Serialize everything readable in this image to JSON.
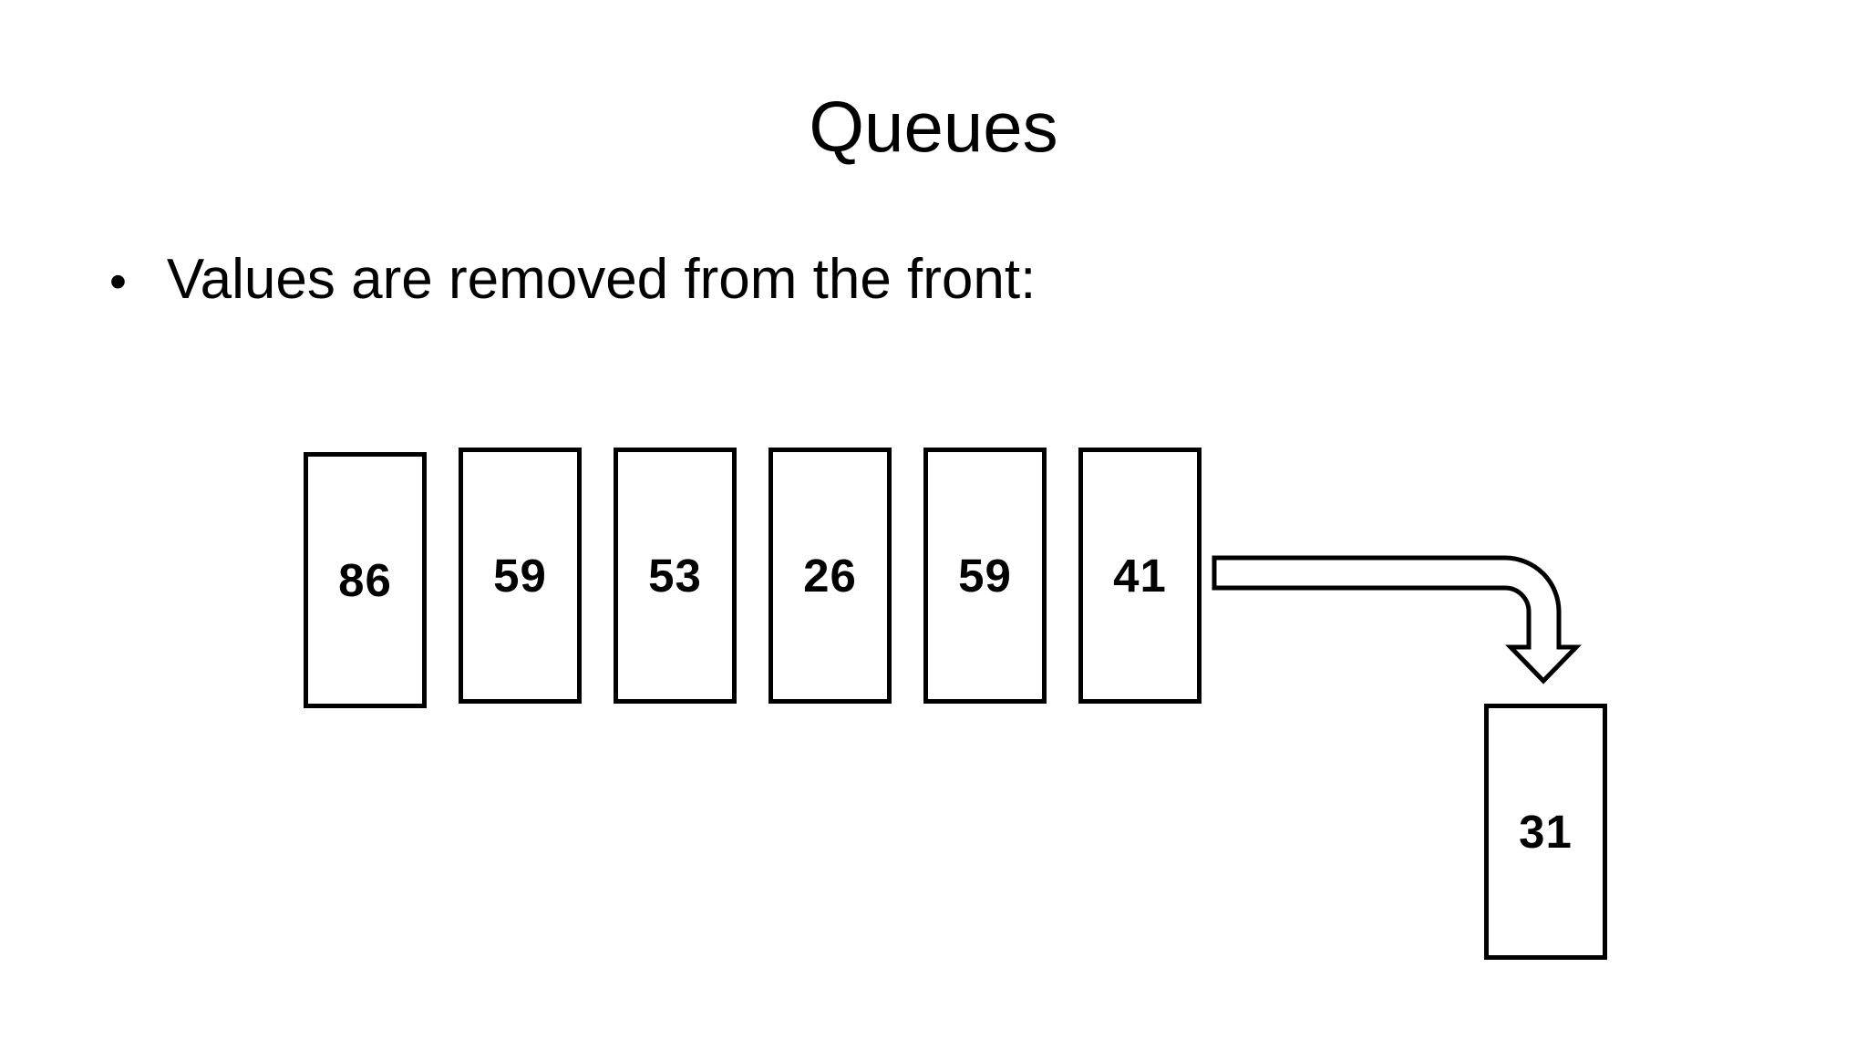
{
  "slide": {
    "title": "Queues",
    "bullet_marker": "•",
    "bullet_text": "Values are removed from the front:"
  },
  "queue": {
    "items": [
      "86",
      "59",
      "53",
      "26",
      "59",
      "41"
    ]
  },
  "removed": {
    "value": "31"
  },
  "colors": {
    "background": "#ffffff",
    "ink": "#000000"
  }
}
